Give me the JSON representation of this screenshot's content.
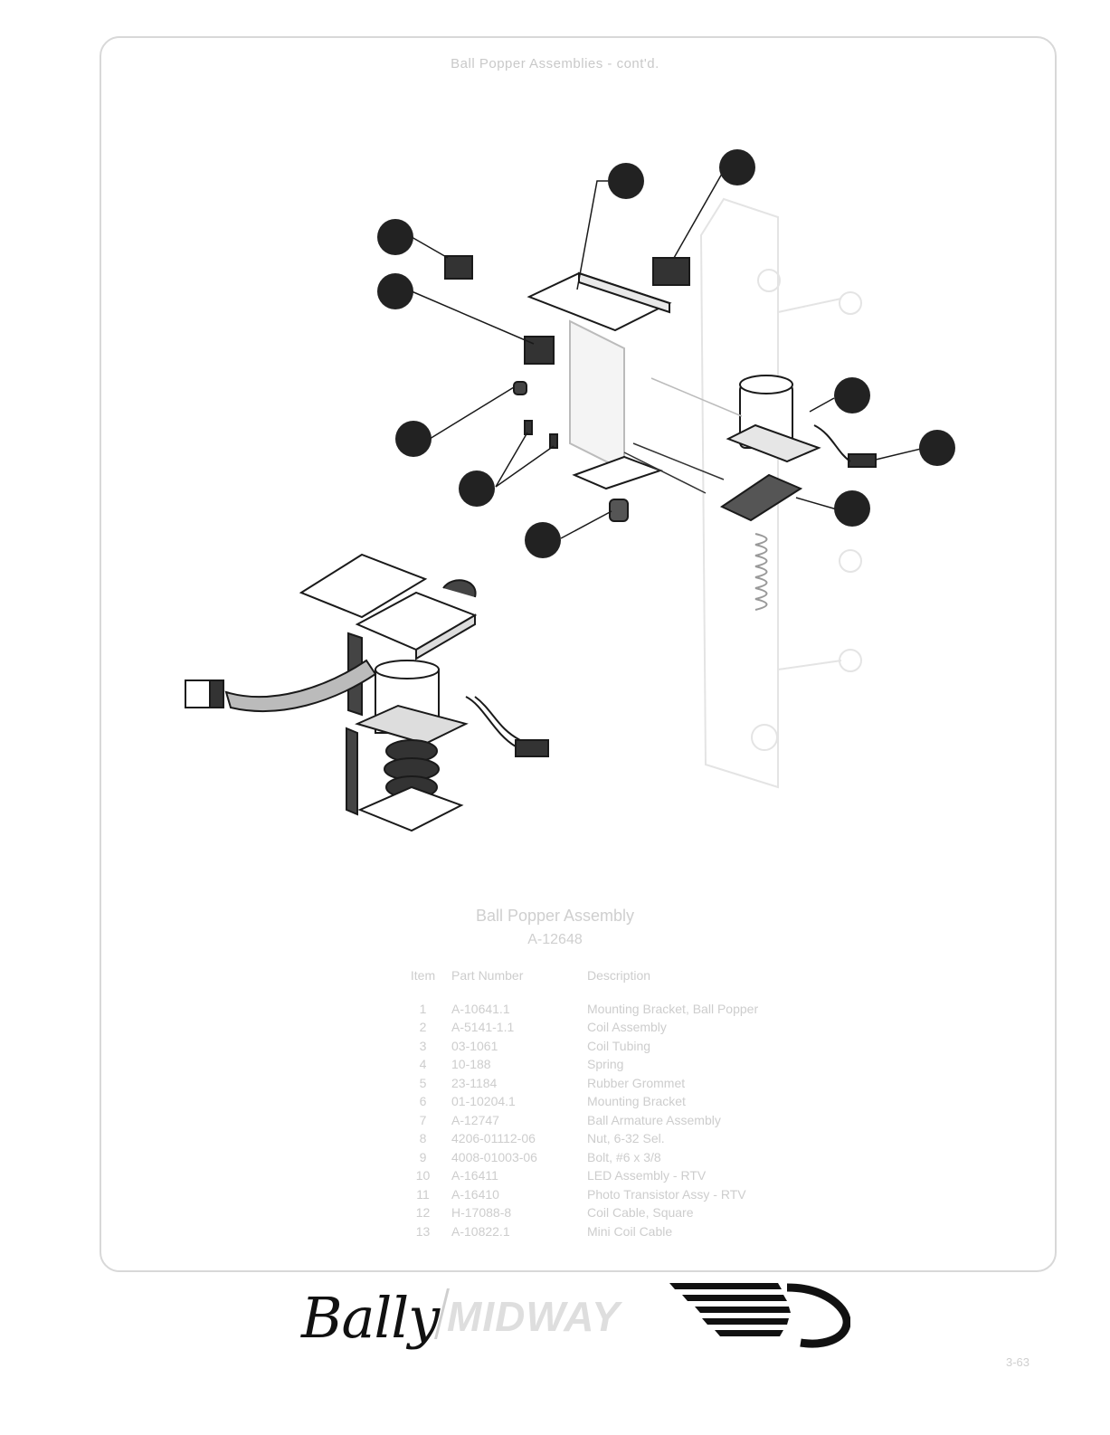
{
  "page": {
    "title": "Ball Popper Assemblies - cont'd.",
    "page_number": "3-63"
  },
  "diagram": {
    "callouts": [
      "",
      "",
      "",
      "",
      "",
      "",
      "",
      "",
      "",
      "",
      "",
      ""
    ]
  },
  "assembly": {
    "title": "Ball Popper Assembly",
    "number": "A-12648"
  },
  "parts_table": {
    "headers": [
      "Item",
      "Part Number",
      "Description"
    ],
    "rows": [
      {
        "item": "1",
        "part": "A-10641.1",
        "desc": "Mounting Bracket, Ball Popper"
      },
      {
        "item": "2",
        "part": "A-5141-1.1",
        "desc": "Coil Assembly"
      },
      {
        "item": "3",
        "part": "03-1061",
        "desc": "Coil Tubing"
      },
      {
        "item": "4",
        "part": "10-188",
        "desc": "Spring"
      },
      {
        "item": "5",
        "part": "23-1184",
        "desc": "Rubber Grommet"
      },
      {
        "item": "6",
        "part": "01-10204.1",
        "desc": "Mounting Bracket"
      },
      {
        "item": "7",
        "part": "A-12747",
        "desc": "Ball Armature Assembly"
      },
      {
        "item": "8",
        "part": "4206-01112-06",
        "desc": "Nut, 6-32 Sel."
      },
      {
        "item": "9",
        "part": "4008-01003-06",
        "desc": "Bolt, #6 x 3/8"
      },
      {
        "item": "10",
        "part": "A-16411",
        "desc": "LED Assembly - RTV"
      },
      {
        "item": "11",
        "part": "A-16410",
        "desc": "Photo Transistor Assy - RTV"
      },
      {
        "item": "12",
        "part": "H-17088-8",
        "desc": "Coil Cable, Square"
      },
      {
        "item": "13",
        "part": "A-10822.1",
        "desc": "Mini Coil Cable"
      }
    ]
  },
  "logo": {
    "brand": "Bally",
    "sub_brand": "MIDWAY"
  },
  "colors": {
    "ink": "#1a1a1a",
    "faint_text": "#cccccc",
    "callout_fill": "#222222"
  }
}
